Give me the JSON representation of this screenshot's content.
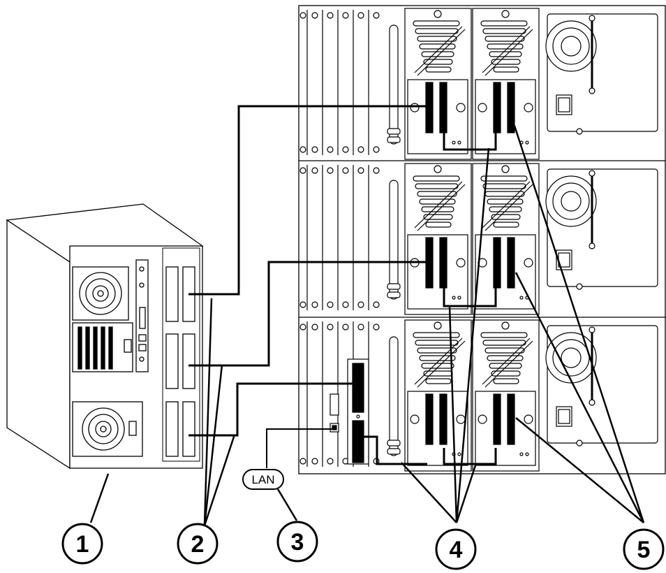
{
  "callouts": [
    {
      "id": "1",
      "label": "1"
    },
    {
      "id": "2",
      "label": "2"
    },
    {
      "id": "3",
      "label": "3"
    },
    {
      "id": "4",
      "label": "4"
    },
    {
      "id": "5",
      "label": "5"
    }
  ],
  "lan_label": "LAN",
  "colors": {
    "line": "#000000",
    "background": "#ffffff",
    "panel": "#ffffff"
  }
}
